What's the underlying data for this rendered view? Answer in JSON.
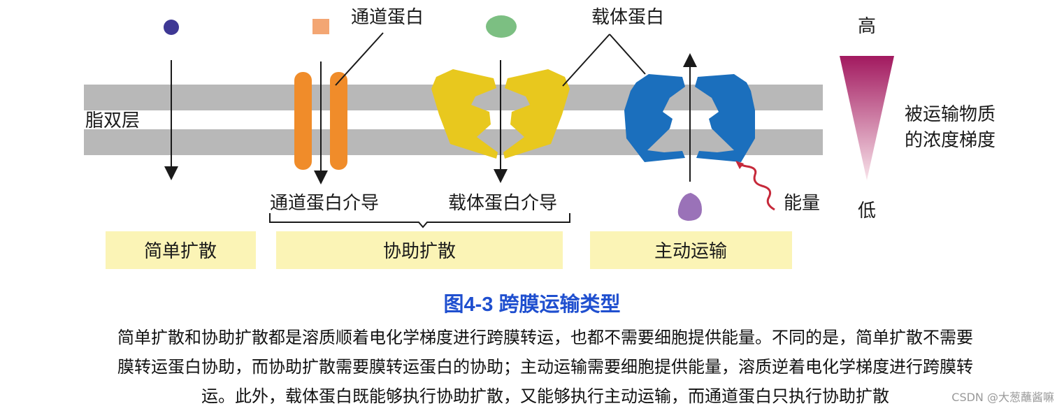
{
  "diagram": {
    "labels": {
      "channel_protein": "通道蛋白",
      "carrier_protein": "载体蛋白",
      "lipid_bilayer": "脂双层",
      "channel_mediated": "通道蛋白介导",
      "carrier_mediated": "载体蛋白介导",
      "energy": "能量",
      "gradient_high": "高",
      "gradient_low": "低",
      "gradient_line1": "被运输物质",
      "gradient_line2": "的浓度梯度"
    },
    "categories": {
      "simple": "简单扩散",
      "facilitated": "协助扩散",
      "active": "主动运输"
    },
    "colors": {
      "membrane": "#b8b8b8",
      "channel": "#f08c2a",
      "carrier": "#e8c81e",
      "active_carrier": "#1b6fbd",
      "molecule_simple": "#3e3894",
      "molecule_channel": "#f3a673",
      "molecule_carrier": "#7cbf82",
      "molecule_active": "#9a72b8",
      "energy_wave": "#c6293a",
      "category_box": "#fbf4b6",
      "gradient_top": "#a2195f",
      "gradient_bottom": "#f8e3ea"
    }
  },
  "caption": "图4-3 跨膜运输类型",
  "paragraph": {
    "line1": "简单扩散和协助扩散都是溶质顺着电化学梯度进行跨膜转运，也都不需要细胞提供能量。不同的是，简单扩散不需要",
    "line2": "膜转运蛋白协助，而协助扩散需要膜转运蛋白的协助；主动运输需要细胞提供能量，溶质逆着电化学梯度进行跨膜转",
    "line3": "运。此外，载体蛋白既能够执行协助扩散，又能够执行主动运输，而通道蛋白只执行协助扩散"
  },
  "watermark": "CSDN @大葱蘸酱嘛"
}
